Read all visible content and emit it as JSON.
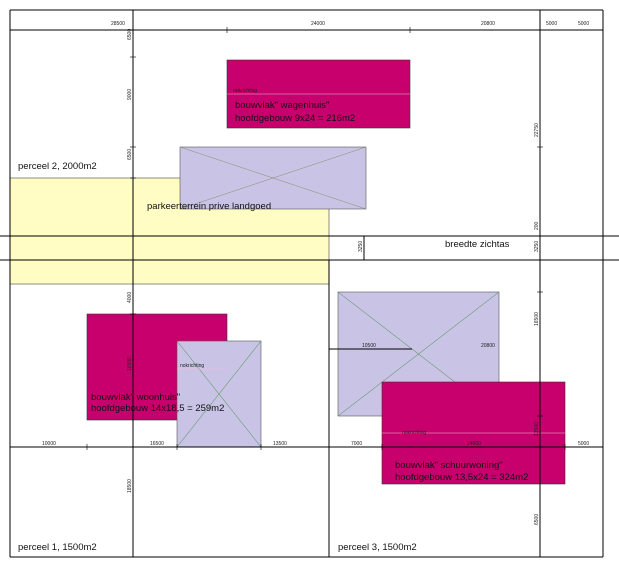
{
  "colors": {
    "parking": "#fffdc4",
    "building_magenta": "#c8006e",
    "existing_lilac": "#c9c3e6",
    "line": "#000000",
    "green_line": "#3a8a3a"
  },
  "labels": {
    "perceel2": "perceel 2, 2000m2",
    "perceel1": "perceel 1, 1500m2",
    "perceel3": "perceel 3, 1500m2",
    "parking": "parkeerterrein prive landgoed",
    "zichtas": "breedte zichtas",
    "wagenhuis_line1": "bouwvlak\" wagenhuis\"",
    "wagenhuis_line2": "hoofdgebouw 9x24 = 216m2",
    "woonhuis_line1": "bouwvlak\" woonhuis\"",
    "woonhuis_line2": "hoofdgebouw 14x18,5 = 259m2",
    "schuur_line1": "bouwvlak\" schuurwoning\"",
    "schuur_line2": "hoofdgebouw 13,5x24 = 324m2",
    "nokrichting_1": "nokrichting",
    "nokrichting_2": "nokrichting",
    "nokrichting_3": "nokrichting"
  },
  "dimensions": {
    "top_1": "28500",
    "top_2": "24000",
    "top_3": "20800",
    "top_4": "5000",
    "top_5": "5000",
    "left_1": "6500",
    "left_2": "9000",
    "left_3": "6500",
    "left_4": "4000",
    "left_5": "16500",
    "left_6": "18500",
    "mid_v1": "3250",
    "mid_v2": "3250",
    "right_1": "22750",
    "right_2": "200",
    "right_3": "16500",
    "right_4": "13500",
    "right_5": "6500",
    "bottom_1": "10000",
    "bottom_2": "16500",
    "bottom_3": "13500",
    "bottom_4": "7000",
    "bottom_5": "24000",
    "bottom_6": "5000",
    "x_1": "10500",
    "x_2": "20800"
  }
}
